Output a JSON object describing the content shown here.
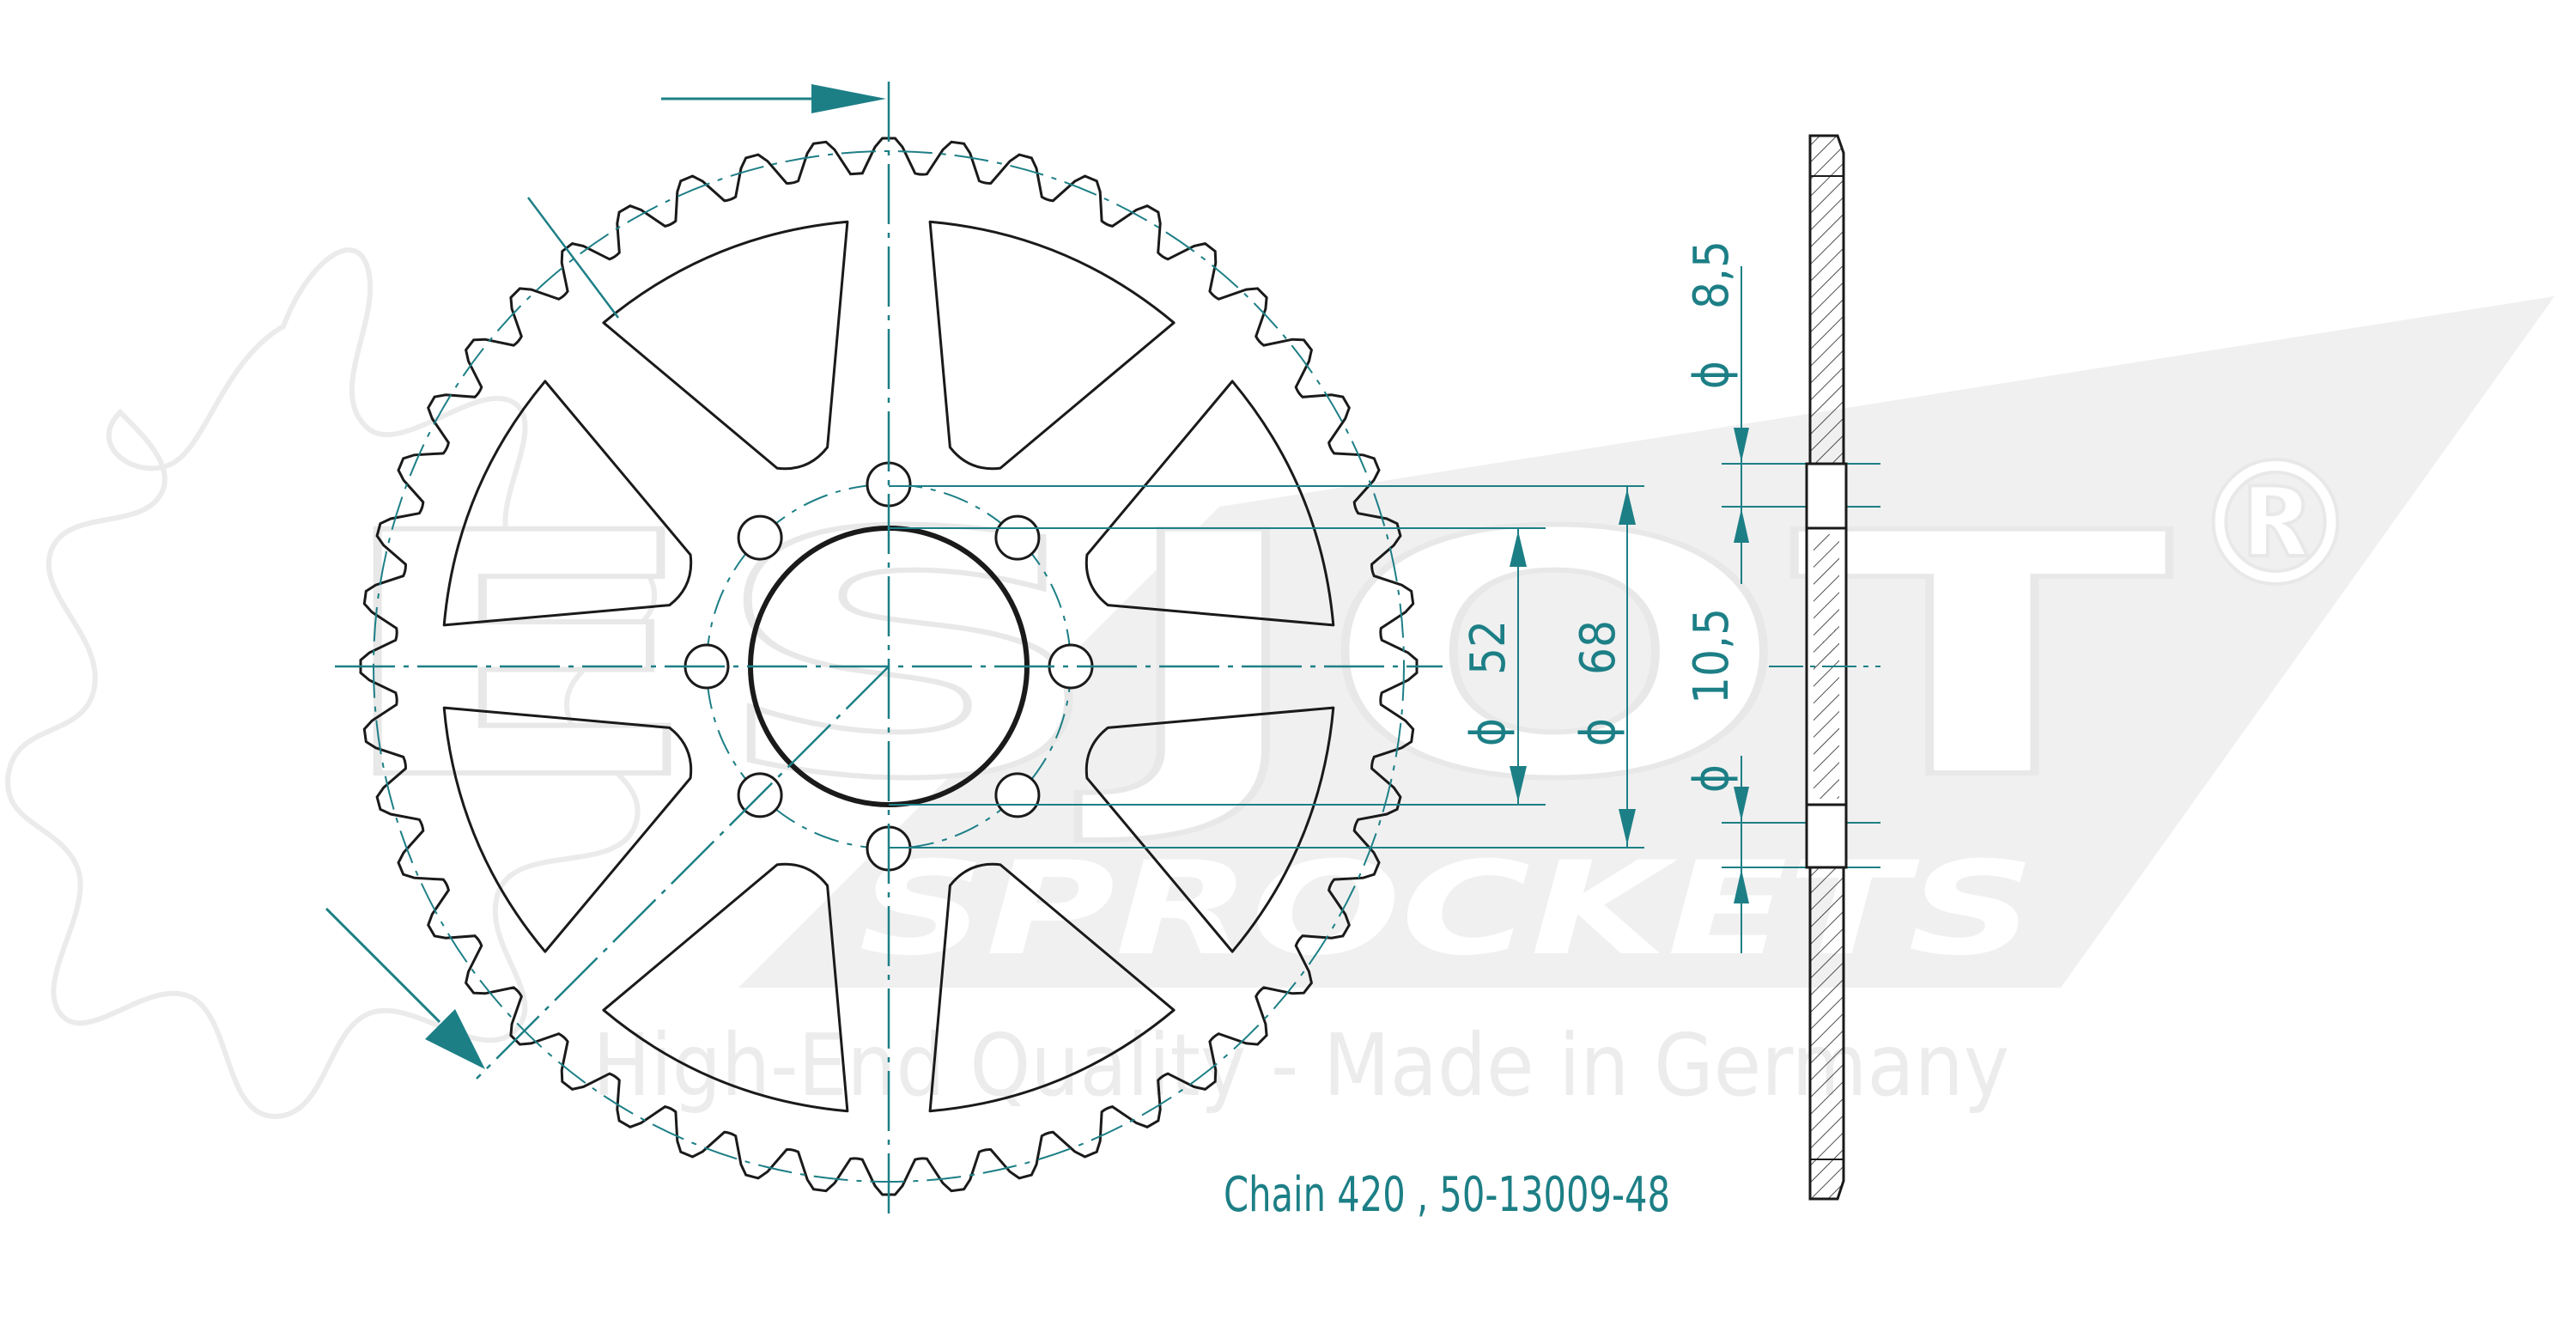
{
  "watermark": {
    "brand": "ESJOT",
    "registered": "®",
    "subtitle": "SPROCKETS",
    "tagline": "High-End Quality - Made in Germany"
  },
  "sprocket": {
    "teeth": 48,
    "bolt_holes": 8,
    "windows": 8
  },
  "dimensions": {
    "d52_symbol": "ϕ",
    "d52_value": "52",
    "d68_symbol": "ϕ",
    "d68_value": "68",
    "hub_thickness_symbol": "ϕ",
    "hub_thickness_value": "8,5",
    "plate_thickness_symbol": "ϕ",
    "plate_thickness_value": "10,5"
  },
  "caption": "Chain 420 , 50-13009-48",
  "colors": {
    "line": "#1a1a1a",
    "dimension": "#1d7f86",
    "watermark": "#efefef",
    "watermark_outline": "#e6e6e6"
  }
}
